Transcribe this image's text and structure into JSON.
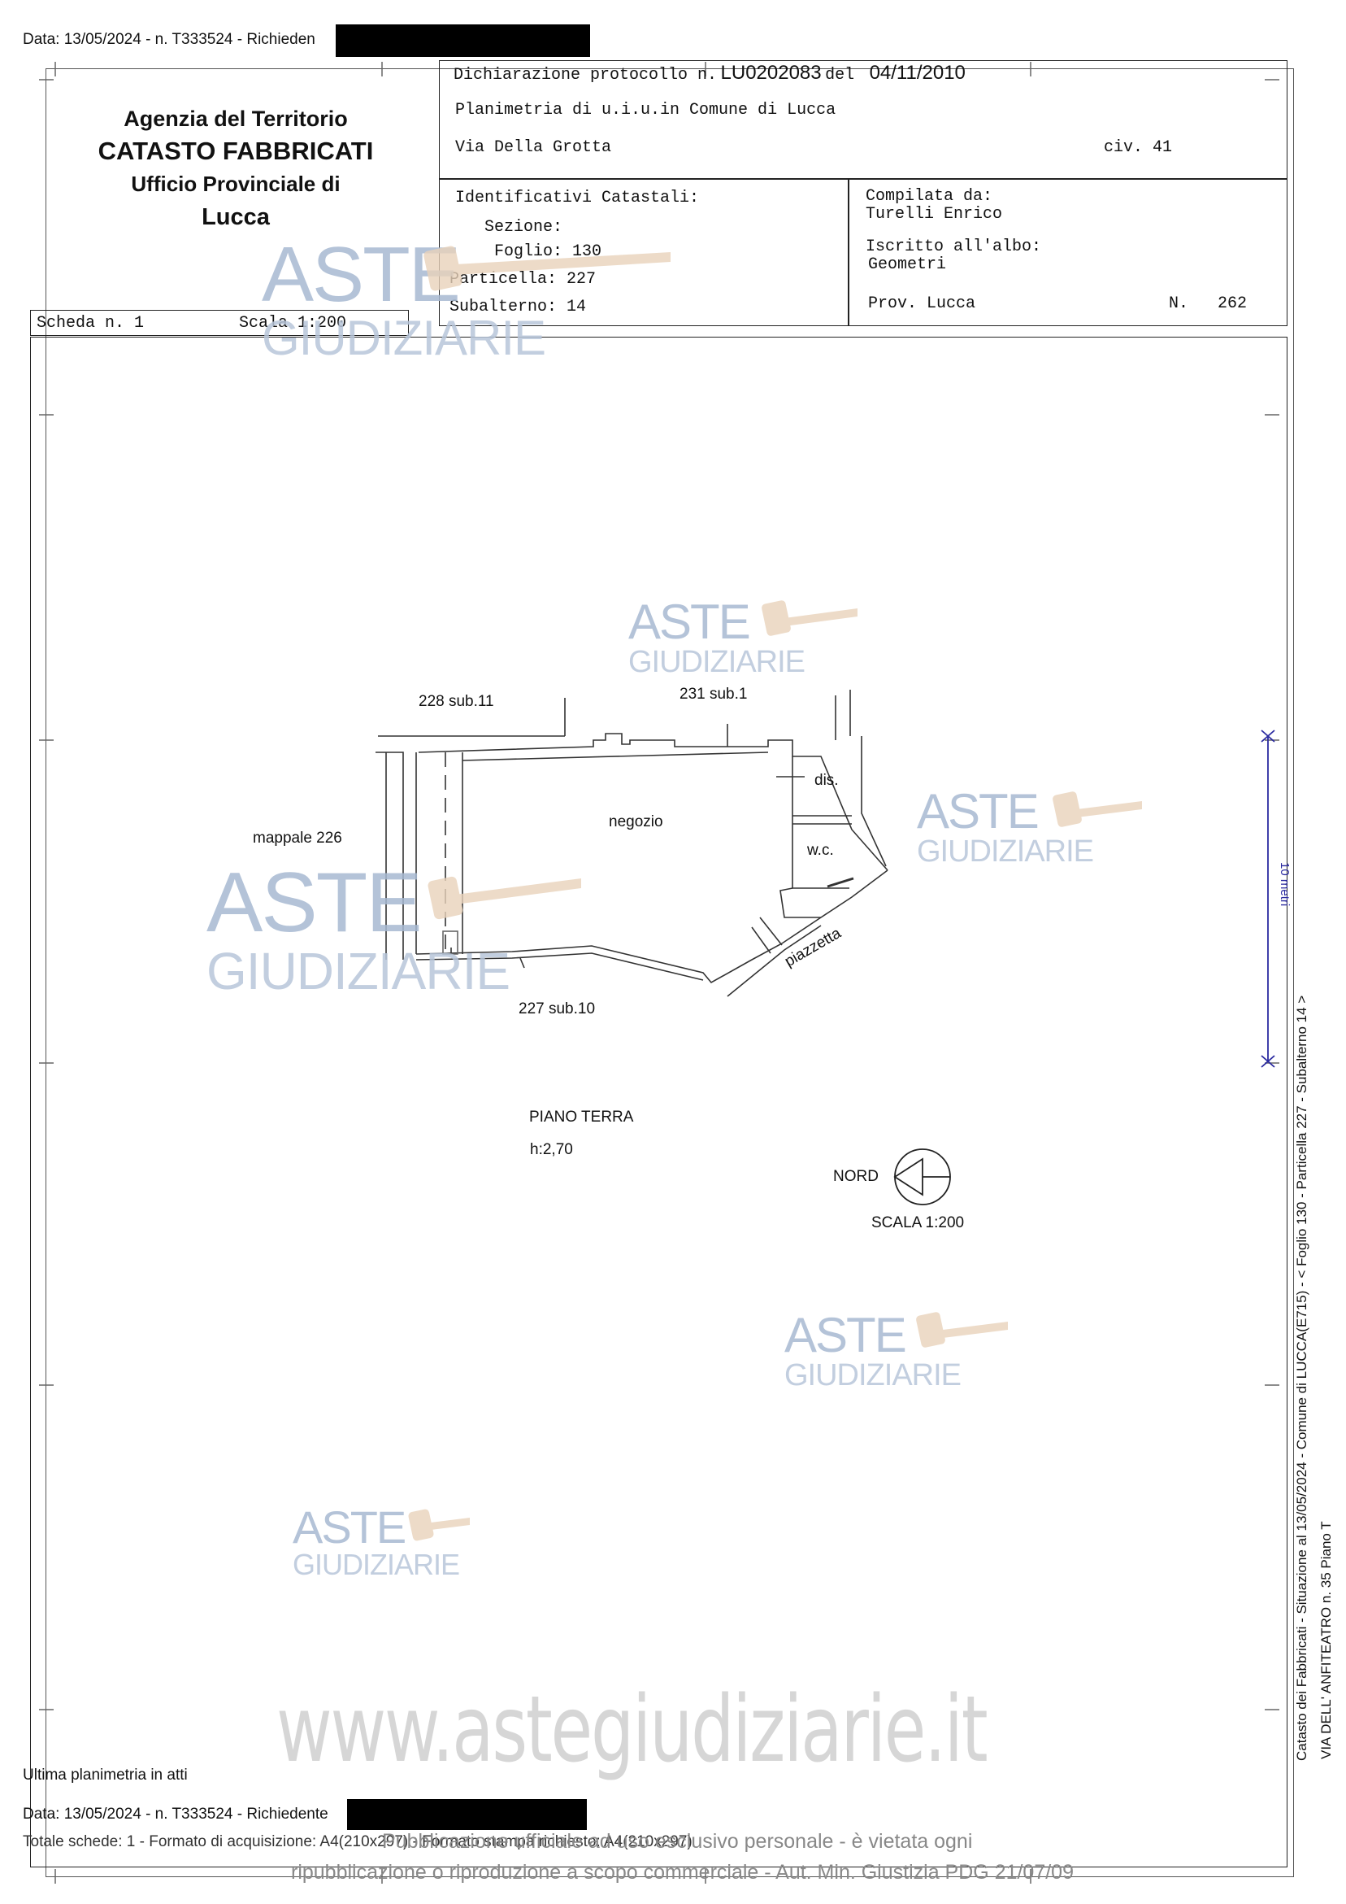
{
  "header": {
    "top_line": "Data: 13/05/2024 - n. T333524 - Richieden"
  },
  "agency": {
    "line1": "Agenzia del Territorio",
    "line2": "CATASTO FABBRICATI",
    "line3": "Ufficio Provinciale di",
    "line4": "Lucca"
  },
  "declaration": {
    "protocol_label": "Dichiarazione protocollo n.",
    "protocol_number": "LU0202083",
    "del_label": "del",
    "date": "04/11/2010",
    "plan_line": "Planimetria di u.i.u.in Comune di Lucca",
    "street": "Via Della Grotta",
    "civic": "civ. 41"
  },
  "identifiers": {
    "title": "Identificativi Catastali:",
    "sezione": "Sezione:",
    "foglio": "Foglio: 130",
    "particella": "Particella: 227",
    "subalterno": "Subalterno: 14"
  },
  "compiler": {
    "compiled_by_label": "Compilata da:",
    "compiled_by": "Turelli Enrico",
    "registered_label": "Iscritto all'albo:",
    "registered": "Geometri",
    "province": "Prov. Lucca",
    "number_label": "N.",
    "number": "262"
  },
  "scheda": {
    "label": "Scheda n. 1",
    "scale": "Scala 1:200"
  },
  "plan": {
    "labels": {
      "n228": "228 sub.11",
      "n231": "231 sub.1",
      "mappale": "mappale 226",
      "negozio": "negozio",
      "dis": "dis.",
      "wc": "w.c.",
      "piazzetta": "piazzetta",
      "n227": "227 sub.10",
      "piano": "PIANO TERRA",
      "height": "h:2,70",
      "nord": "NORD",
      "scala": "SCALA 1:200",
      "ten_metri": "10 metri"
    }
  },
  "side_text": {
    "line1": "Catasto dei Fabbricati - Situazione al 13/05/2024 - Comune di LUCCA(E715) - < Foglio 130 - Particella 227 - Subalterno 14 >",
    "line2": "VIA DELL' ANFITEATRO n. 35 Piano T"
  },
  "watermarks": {
    "aste": "ASTE",
    "giudiziarie": "GIUDIZIARIE",
    "site": "www.astegiudiziarie.it"
  },
  "footer": {
    "last_plan": "Ultima planimetria in atti",
    "data_line": "Data: 13/05/2024 - n. T333524 - Richiedente",
    "schede_line": "Totale schede: 1 - Formato di acquisizione: A4(210x297) - Formato stampa richiesto: A4(210x297)",
    "pub_line1": "Pubblicazione ufficiale ad uso esclusivo personale - è vietata ogni",
    "pub_line2": "ripubblicazione o riproduzione a scopo commerciale - Aut. Min. Giustizia PDG 21/07/09"
  }
}
